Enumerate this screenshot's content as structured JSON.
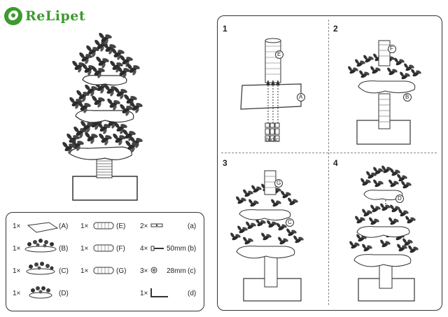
{
  "brand": {
    "name": "ReLipet"
  },
  "parts": [
    {
      "qty": "1×",
      "label": "(A)",
      "icon": "board-icon"
    },
    {
      "qty": "1×",
      "label": "(B)",
      "icon": "large-leaf-platform-icon"
    },
    {
      "qty": "1×",
      "label": "(C)",
      "icon": "medium-leaf-platform-icon"
    },
    {
      "qty": "1×",
      "label": "(D)",
      "icon": "small-leaf-platform-icon"
    },
    {
      "qty": "1×",
      "label": "(E)",
      "icon": "post-icon"
    },
    {
      "qty": "1×",
      "label": "(F)",
      "icon": "post-icon"
    },
    {
      "qty": "1×",
      "label": "(G)",
      "icon": "post-icon"
    },
    {
      "qty": "2×",
      "label": "(a)",
      "icon": "connector-icon"
    },
    {
      "qty": "4×",
      "size": "50mm",
      "label": "(b)",
      "icon": "screw-icon"
    },
    {
      "qty": "3×",
      "size": "28mm",
      "label": "(c)",
      "icon": "washer-icon"
    },
    {
      "qty": "1×",
      "label": "(d)",
      "icon": "allen-key-icon"
    }
  ],
  "steps": [
    {
      "number": "1",
      "tags": [
        "E",
        "A"
      ],
      "hardware": [
        "b",
        "d",
        "c"
      ]
    },
    {
      "number": "2",
      "tags": [
        "F",
        "B"
      ]
    },
    {
      "number": "3",
      "tags": [
        "G",
        "C"
      ]
    },
    {
      "number": "4",
      "tags": [
        "D"
      ]
    }
  ],
  "colors": {
    "brand": "#3d9a2f",
    "line": "#333333",
    "foliage": "#2a2a2a"
  }
}
